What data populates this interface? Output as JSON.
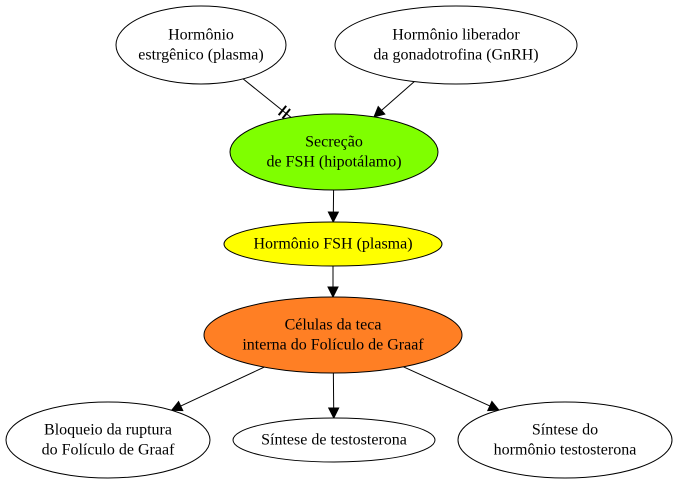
{
  "nodes": {
    "estrogenic": {
      "lines": [
        "Hormônio",
        "estrgênico (plasma)"
      ],
      "fill": "#ffffff"
    },
    "gnrh": {
      "lines": [
        "Hormônio liberador",
        "da gonadotrofina (GnRH)"
      ],
      "fill": "#ffffff"
    },
    "fsh_secretion": {
      "lines": [
        "Secreção",
        "de FSH (hipotálamo)"
      ],
      "fill": "#7fff00"
    },
    "fsh_plasma": {
      "lines": [
        "Hormônio FSH (plasma)"
      ],
      "fill": "#ffff00"
    },
    "theca_cells": {
      "lines": [
        "Células da teca",
        "interna do Folículo de Graaf"
      ],
      "fill": "#ff7f24"
    },
    "rupture_block": {
      "lines": [
        "Bloqueio da ruptura",
        "do Folículo de Graaf"
      ],
      "fill": "#ffffff"
    },
    "testosterone": {
      "lines": [
        "Síntese de testosterona"
      ],
      "fill": "#ffffff"
    },
    "testosterone_hormone": {
      "lines": [
        "Síntese do",
        "hormônio testosterona"
      ],
      "fill": "#ffffff"
    }
  },
  "edges": [
    {
      "from": "estrogenic",
      "to": "fsh_secretion",
      "type": "inhibition"
    },
    {
      "from": "gnrh",
      "to": "fsh_secretion",
      "type": "activation"
    },
    {
      "from": "fsh_secretion",
      "to": "fsh_plasma",
      "type": "activation"
    },
    {
      "from": "fsh_plasma",
      "to": "theca_cells",
      "type": "activation"
    },
    {
      "from": "theca_cells",
      "to": "rupture_block",
      "type": "activation"
    },
    {
      "from": "theca_cells",
      "to": "testosterone",
      "type": "activation"
    },
    {
      "from": "theca_cells",
      "to": "testosterone_hormone",
      "type": "activation"
    }
  ]
}
